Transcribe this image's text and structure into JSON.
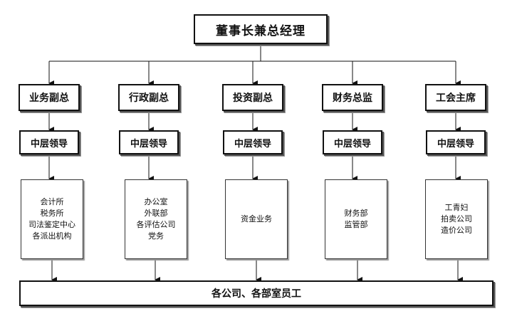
{
  "top": {
    "label": "董事长兼总经理"
  },
  "columns": [
    {
      "vp": "业务副总",
      "middle": "中层领导",
      "depts": [
        "会计所",
        "税务所",
        "司法鉴定中心",
        "各派出机构"
      ]
    },
    {
      "vp": "行政副总",
      "middle": "中层领导",
      "depts": [
        "办公室",
        "外联部",
        "各评估公司",
        "党务"
      ]
    },
    {
      "vp": "投资副总",
      "middle": "中层领导",
      "depts": [
        "资金业务"
      ]
    },
    {
      "vp": "财务总监",
      "middle": "中层领导",
      "depts": [
        "财务部",
        "监管部"
      ]
    },
    {
      "vp": "工会主席",
      "middle": "中层领导",
      "depts": [
        "工青妇",
        "拍卖公司",
        "造价公司"
      ]
    }
  ],
  "bottom": {
    "label": "各公司、各部室员工"
  }
}
